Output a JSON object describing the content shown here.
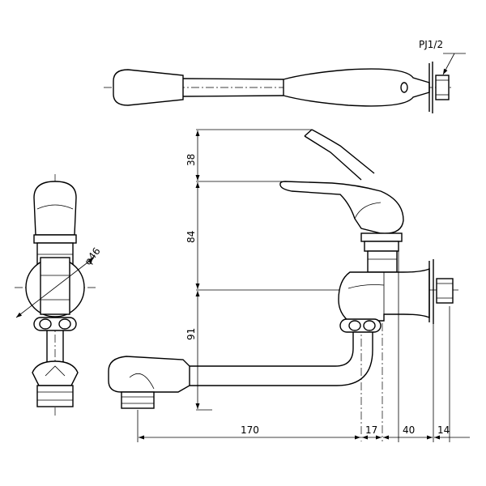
{
  "labels": {
    "pipe_thread": "PJ1/2",
    "diameter": "φ46",
    "dim_38": "38",
    "dim_84": "84",
    "dim_91": "91",
    "dim_170": "170",
    "dim_17": "17",
    "dim_40": "40",
    "dim_14": "14"
  }
}
